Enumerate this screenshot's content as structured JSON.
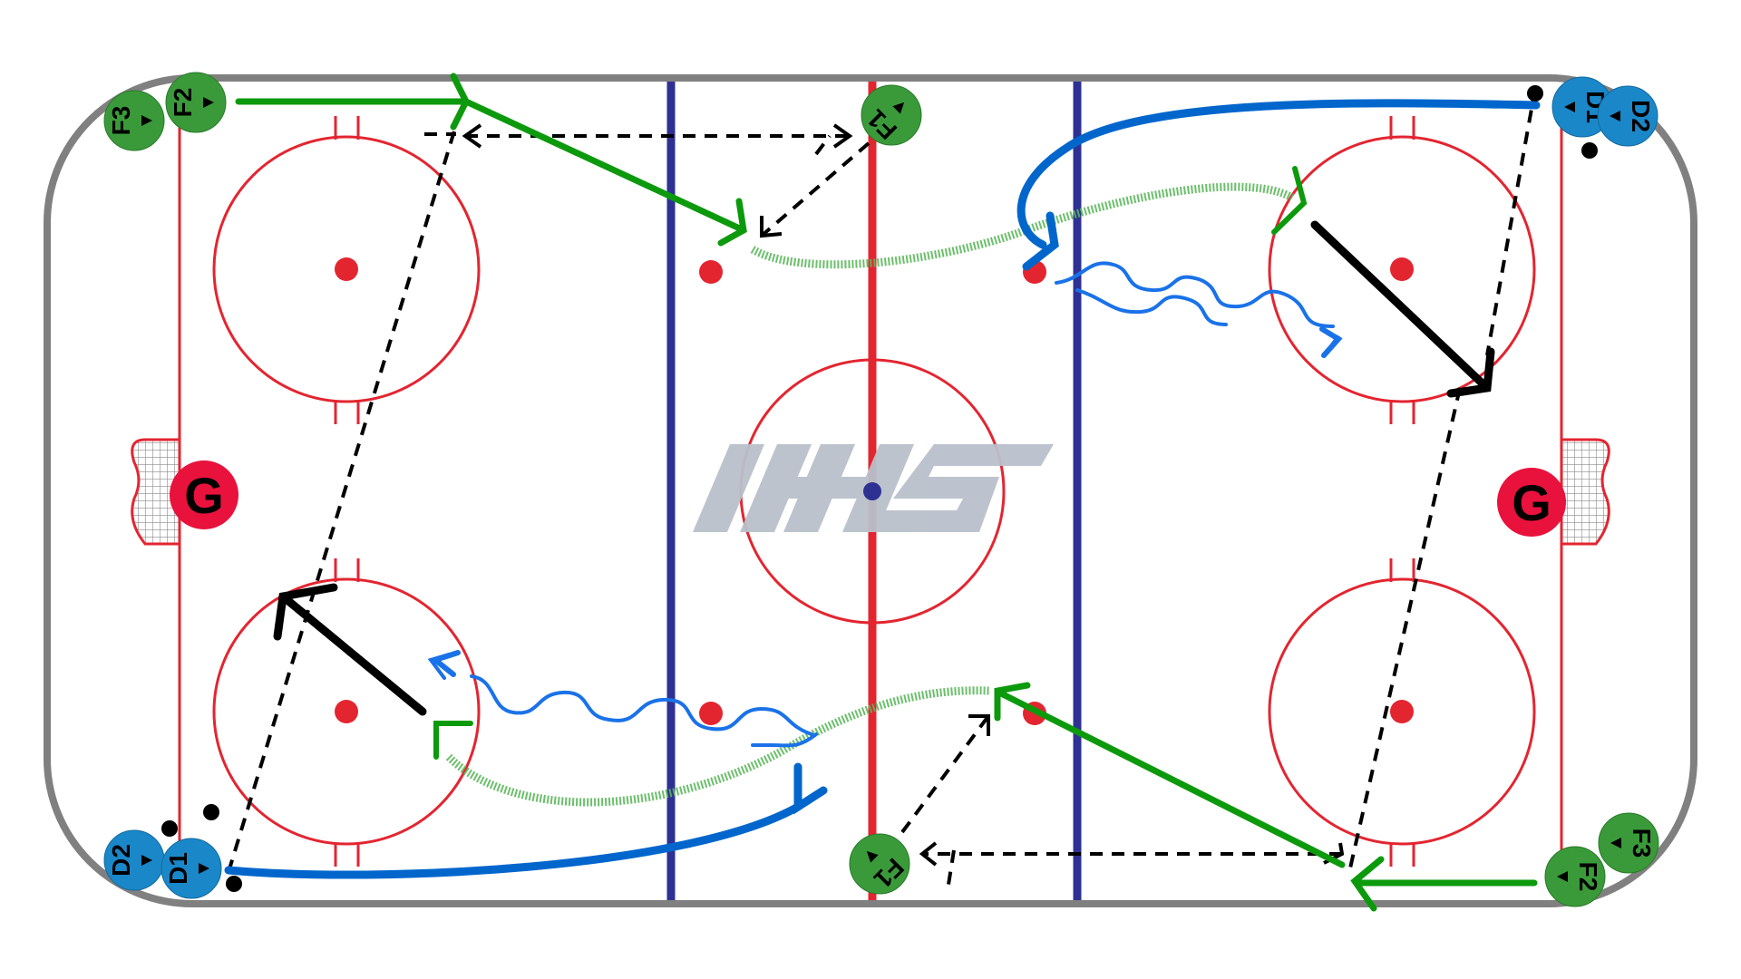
{
  "diagram": {
    "watermark": "IHS",
    "colors": {
      "boards": "#808080",
      "red_line": "#e32530",
      "blue_line": "#2e3192",
      "forward": "#3a9a3a",
      "defense": "#1a87c9",
      "goalie": "#e8123c",
      "skate_green": "#0c9a0c",
      "skate_blue": "#0066cc",
      "pass": "#000000",
      "shot": "#000000",
      "puck": "#000000",
      "watermark": "#b9c0cb"
    },
    "players": {
      "left_f2": "F2",
      "left_f3": "F3",
      "left_d1": "D1",
      "left_d2": "D2",
      "left_goalie": "G",
      "center_top_f1": "F1",
      "center_bottom_f1": "F1",
      "right_d1": "D1",
      "right_d2": "D2",
      "right_f2": "F2",
      "right_f3": "F3",
      "right_goalie": "G"
    }
  }
}
